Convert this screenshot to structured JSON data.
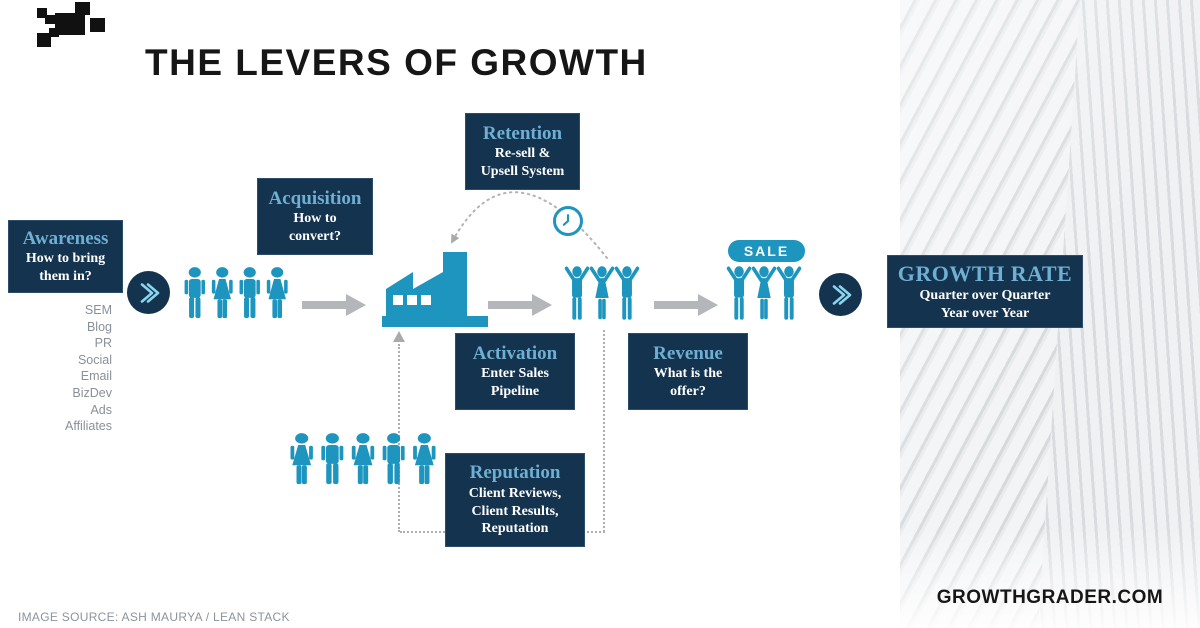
{
  "header": {
    "title": "THE LEVERS OF GROWTH"
  },
  "stages": {
    "awareness": {
      "title": "Awareness",
      "body": "How to bring\nthem in?"
    },
    "acquisition": {
      "title": "Acquisition",
      "body": "How to\nconvert?"
    },
    "retention": {
      "title": "Retention",
      "body": "Re-sell &\nUpsell System"
    },
    "activation": {
      "title": "Activation",
      "body": "Enter Sales\nPipeline"
    },
    "revenue": {
      "title": "Revenue",
      "body": "What is the\noffer?"
    },
    "reputation": {
      "title": "Reputation",
      "body": "Client Reviews,\nClient Results,\nReputation"
    },
    "growth_rate": {
      "title": "GROWTH RATE",
      "body": "Quarter over Quarter\nYear over Year"
    }
  },
  "awareness_channels": [
    "SEM",
    "Blog",
    "PR",
    "Social",
    "Email",
    "BizDev",
    "Ads",
    "Affiliates"
  ],
  "sale_badge_label": "SALE",
  "footer": {
    "image_source": "IMAGE SOURCE: ASH MAURYA / LEAN STACK",
    "website": "GROWTHGRADER.COM"
  },
  "icons": {
    "logo": "pixel-cluster-logo",
    "forward": "double-chevron-icon",
    "prospects": "standing-people-icons",
    "conversion": "factory-icon",
    "time": "clock-icon",
    "customers": "celebrating-people-icons",
    "sale": "sale-badge"
  },
  "colors": {
    "navy_box": "#14334F",
    "stage_title_blue": "#6FAFD2",
    "icon_teal": "#1E95BE",
    "arrow_gray": "#B5B6B9",
    "channel_text_gray": "#8A9099",
    "dotted_line_gray": "#ADAEB3"
  }
}
